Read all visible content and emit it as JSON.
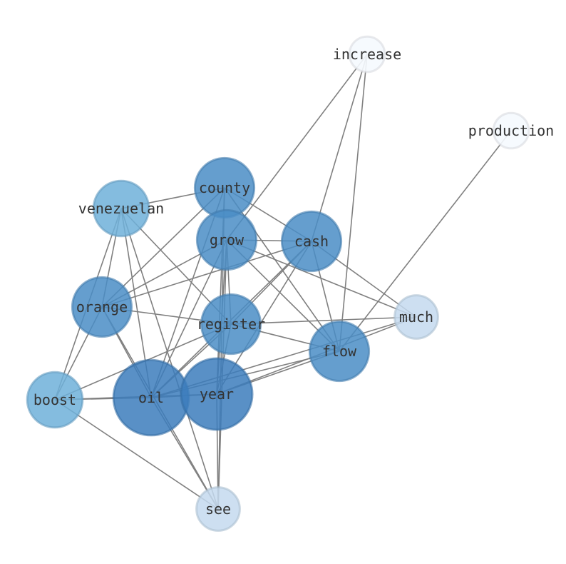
{
  "nodes": [
    {
      "id": "increase",
      "label": "increase",
      "weight": 1,
      "color": "#f5f9fe"
    },
    {
      "id": "production",
      "label": "production",
      "weight": 1,
      "color": "#f5f9fe"
    },
    {
      "id": "county",
      "label": "county",
      "weight": 7,
      "color": "#4a8dc6"
    },
    {
      "id": "venezuelan",
      "label": "venezuelan",
      "weight": 6,
      "color": "#6fb0d9"
    },
    {
      "id": "grow",
      "label": "grow",
      "weight": 7,
      "color": "#4a8dc6"
    },
    {
      "id": "cash",
      "label": "cash",
      "weight": 7,
      "color": "#4a8dc6"
    },
    {
      "id": "orange",
      "label": "orange",
      "weight": 7,
      "color": "#4a8dc6"
    },
    {
      "id": "register",
      "label": "register",
      "weight": 7,
      "color": "#4a8dc6"
    },
    {
      "id": "much",
      "label": "much",
      "weight": 3,
      "color": "#c4d9ee"
    },
    {
      "id": "flow",
      "label": "flow",
      "weight": 7,
      "color": "#4a8dc6"
    },
    {
      "id": "boost",
      "label": "boost",
      "weight": 6,
      "color": "#6fb0d9"
    },
    {
      "id": "oil",
      "label": "oil",
      "weight": 11,
      "color": "#3c7dbc"
    },
    {
      "id": "year",
      "label": "year",
      "weight": 10,
      "color": "#3c7dbc"
    },
    {
      "id": "see",
      "label": "see",
      "weight": 3,
      "color": "#c4d9ee"
    }
  ],
  "edges": [
    [
      "increase",
      "grow"
    ],
    [
      "increase",
      "cash"
    ],
    [
      "increase",
      "flow"
    ],
    [
      "production",
      "flow"
    ],
    [
      "county",
      "venezuelan"
    ],
    [
      "county",
      "cash"
    ],
    [
      "county",
      "orange"
    ],
    [
      "county",
      "oil"
    ],
    [
      "county",
      "year"
    ],
    [
      "county",
      "flow"
    ],
    [
      "county",
      "see"
    ],
    [
      "venezuelan",
      "orange"
    ],
    [
      "venezuelan",
      "boost"
    ],
    [
      "venezuelan",
      "oil"
    ],
    [
      "venezuelan",
      "register"
    ],
    [
      "venezuelan",
      "see"
    ],
    [
      "grow",
      "cash"
    ],
    [
      "grow",
      "orange"
    ],
    [
      "grow",
      "register"
    ],
    [
      "grow",
      "much"
    ],
    [
      "grow",
      "oil"
    ],
    [
      "grow",
      "year"
    ],
    [
      "grow",
      "flow"
    ],
    [
      "grow",
      "see"
    ],
    [
      "cash",
      "orange"
    ],
    [
      "cash",
      "register"
    ],
    [
      "cash",
      "oil"
    ],
    [
      "cash",
      "year"
    ],
    [
      "cash",
      "flow"
    ],
    [
      "cash",
      "much"
    ],
    [
      "orange",
      "register"
    ],
    [
      "orange",
      "boost"
    ],
    [
      "orange",
      "oil"
    ],
    [
      "orange",
      "see"
    ],
    [
      "register",
      "much"
    ],
    [
      "register",
      "flow"
    ],
    [
      "register",
      "boost"
    ],
    [
      "register",
      "oil"
    ],
    [
      "register",
      "year"
    ],
    [
      "much",
      "oil"
    ],
    [
      "much",
      "year"
    ],
    [
      "flow",
      "oil"
    ],
    [
      "flow",
      "year"
    ],
    [
      "boost",
      "oil"
    ],
    [
      "boost",
      "year"
    ],
    [
      "boost",
      "see"
    ],
    [
      "oil",
      "year"
    ],
    [
      "oil",
      "see"
    ],
    [
      "year",
      "see"
    ]
  ]
}
